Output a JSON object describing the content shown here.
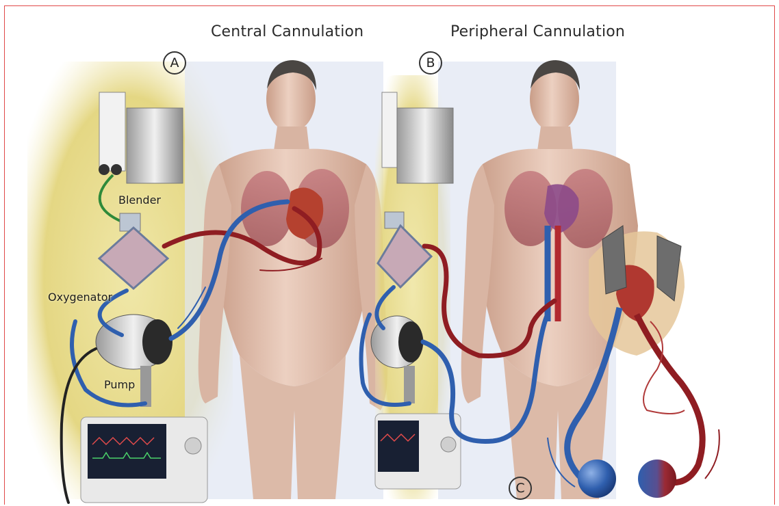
{
  "headings": {
    "central": "Central Cannulation",
    "peripheral": "Peripheral Cannulation"
  },
  "panels": {
    "a": "A",
    "b": "B",
    "c": "C"
  },
  "labels": {
    "blender": "Blender",
    "oxygenator": "Oxygenator",
    "pump": "Pump"
  },
  "colors": {
    "venous_blue": "#2f5fae",
    "arterial_red": "#8f1d22",
    "background_yellow": "#e7dc8e",
    "skin": "#e6c4b2",
    "sheet": "#dfe6f2",
    "frame_border": "#e04848"
  }
}
